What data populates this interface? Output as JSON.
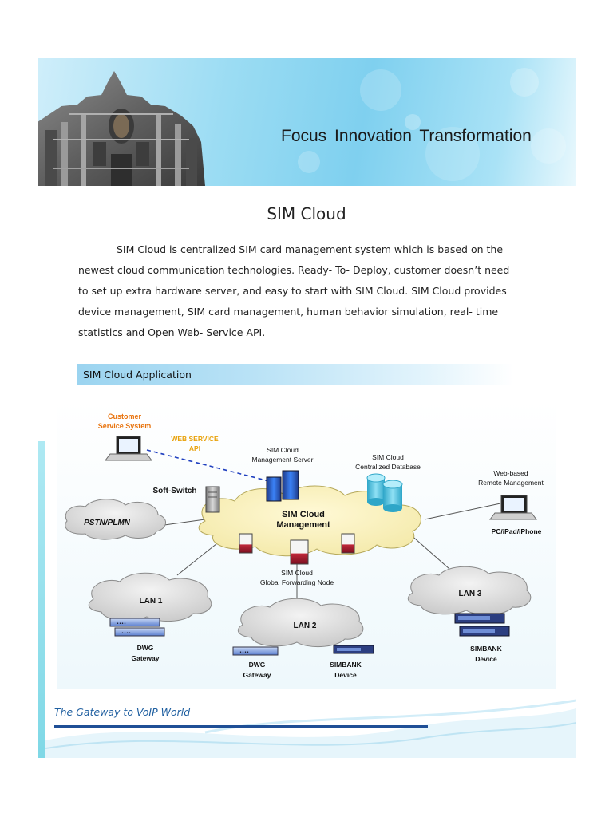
{
  "banner": {
    "tagline": "Focus  Innovation Transformation"
  },
  "title": "SIM Cloud",
  "paragraph": [
    "SIM Cloud is centralized SIM card management system which is based on the",
    "newest cloud communication technologies. Ready- To- Deploy, customer doesn’t need",
    "to set up extra hardware server, and easy to start with SIM Cloud. SIM Cloud provides",
    "device management, SIM card management, human behavior simulation, real- time",
    "statistics and Open Web- Service API."
  ],
  "section_heading": "SIM Cloud Application",
  "diagram": {
    "customer_service_1": "Customer",
    "customer_service_2": "Service System",
    "web_service_1": "WEB SERVICE",
    "web_service_2": "API",
    "mgmt_server_1": "SIM Cloud",
    "mgmt_server_2": "Management Server",
    "database_1": "SIM Cloud",
    "database_2": "Centralized Database",
    "remote_1": "Web-based",
    "remote_2": "Remote Management",
    "softswitch": "Soft-Switch",
    "pstn": "PSTN/PLMN",
    "cloud_1": "SIM Cloud",
    "cloud_2": "Management",
    "pc": "PC/iPad/iPhone",
    "forwarding_1": "SIM Cloud",
    "forwarding_2": "Global Forwarding Node",
    "lan1": "LAN 1",
    "lan2": "LAN 2",
    "lan3": "LAN 3",
    "dwg1_1": "DWG",
    "dwg1_2": "Gateway",
    "dwg2_1": "DWG",
    "dwg2_2": "Gateway",
    "simbank2_1": "SIMBANK",
    "simbank2_2": "Device",
    "simbank3_1": "SIMBANK",
    "simbank3_2": "Device"
  },
  "footer": "The Gateway to VoIP World"
}
